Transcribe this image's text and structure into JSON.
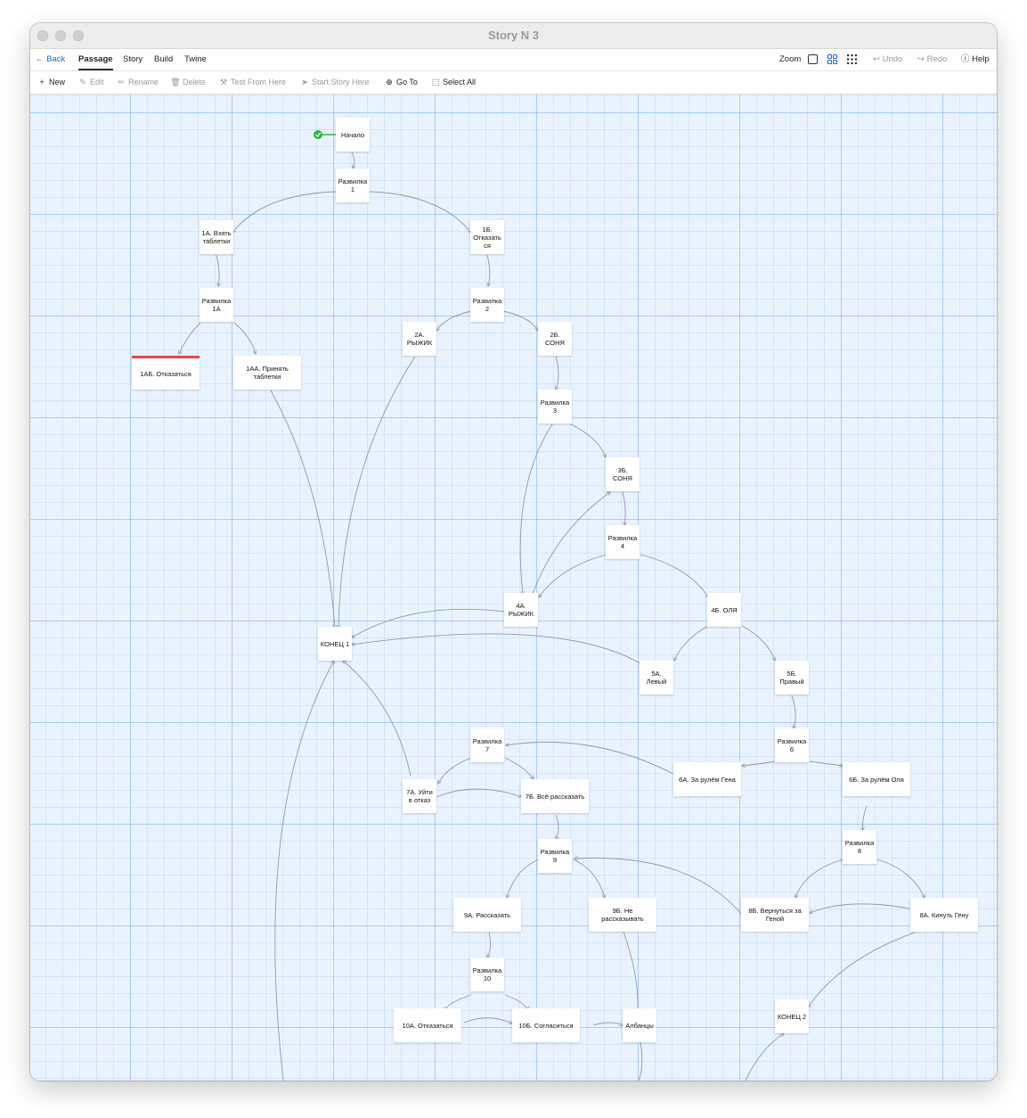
{
  "window": {
    "title": "Story N 3"
  },
  "menu": {
    "back": "Back",
    "tabs": [
      "Passage",
      "Story",
      "Build",
      "Twine"
    ],
    "active_tab": "Passage",
    "zoom_label": "Zoom",
    "undo": "Undo",
    "redo": "Redo",
    "help": "Help"
  },
  "toolbar": {
    "new": "New",
    "edit": "Edit",
    "rename": "Rename",
    "delete": "Delete",
    "test_from_here": "Test From Here",
    "start_story_here": "Start Story Here",
    "go_to": "Go To",
    "select_all": "Select All"
  },
  "passages": [
    {
      "id": "p_start",
      "text": "Начало",
      "start": true
    },
    {
      "id": "p_r1",
      "text": "Развилка 1"
    },
    {
      "id": "p_1a",
      "text": "1А. Взять таблетки"
    },
    {
      "id": "p_1b",
      "text": "1Б. Отказать ся"
    },
    {
      "id": "p_r1a",
      "text": "Развилка 1А"
    },
    {
      "id": "p_r2",
      "text": "Развилка 2"
    },
    {
      "id": "p_2a",
      "text": "2А. РЫЖИК"
    },
    {
      "id": "p_2b",
      "text": "2Б. СОНЯ"
    },
    {
      "id": "p_1ab",
      "text": "1АБ. Отказаться",
      "broken": true
    },
    {
      "id": "p_1aa",
      "text": "1АА. Принять таблетки"
    },
    {
      "id": "p_r3",
      "text": "Развилка 3"
    },
    {
      "id": "p_3b",
      "text": "3Б. СОНЯ"
    },
    {
      "id": "p_r4",
      "text": "Развилка 4"
    },
    {
      "id": "p_4a",
      "text": "4А. РЫЖИК"
    },
    {
      "id": "p_4b",
      "text": "4Б. ОЛЯ"
    },
    {
      "id": "p_end1",
      "text": "КОНЕЦ 1"
    },
    {
      "id": "p_5a",
      "text": "5А. Левый"
    },
    {
      "id": "p_5b",
      "text": "5Б. Правый"
    },
    {
      "id": "p_r7",
      "text": "Развилка 7"
    },
    {
      "id": "p_r6",
      "text": "Развилка 6"
    },
    {
      "id": "p_7a",
      "text": "7А. Уйти в отказ"
    },
    {
      "id": "p_7b",
      "text": "7Б. Всё рассказать"
    },
    {
      "id": "p_6a",
      "text": "6А. За рулём Гена"
    },
    {
      "id": "p_6b",
      "text": "6Б. За рулём Оля"
    },
    {
      "id": "p_r9",
      "text": "Развилка 9"
    },
    {
      "id": "p_r8",
      "text": "Развилка 8"
    },
    {
      "id": "p_9a",
      "text": "9А. Рассказать"
    },
    {
      "id": "p_9b",
      "text": "9Б. Не рассказывать"
    },
    {
      "id": "p_8b",
      "text": "8Б. Вернуться за Геной"
    },
    {
      "id": "p_8a",
      "text": "8А. Кинуть Гену"
    },
    {
      "id": "p_r10",
      "text": "Развилка 10"
    },
    {
      "id": "p_10a",
      "text": "10А. Отказаться"
    },
    {
      "id": "p_10b",
      "text": "10Б. Согласиться"
    },
    {
      "id": "p_alb",
      "text": "Албанцы"
    },
    {
      "id": "p_end2",
      "text": "КОНЕЦ 2"
    }
  ],
  "colors": {
    "accent": "#2167c9",
    "broken": "#e0484c",
    "start": "#2db745",
    "link": "#8e9aa8"
  }
}
